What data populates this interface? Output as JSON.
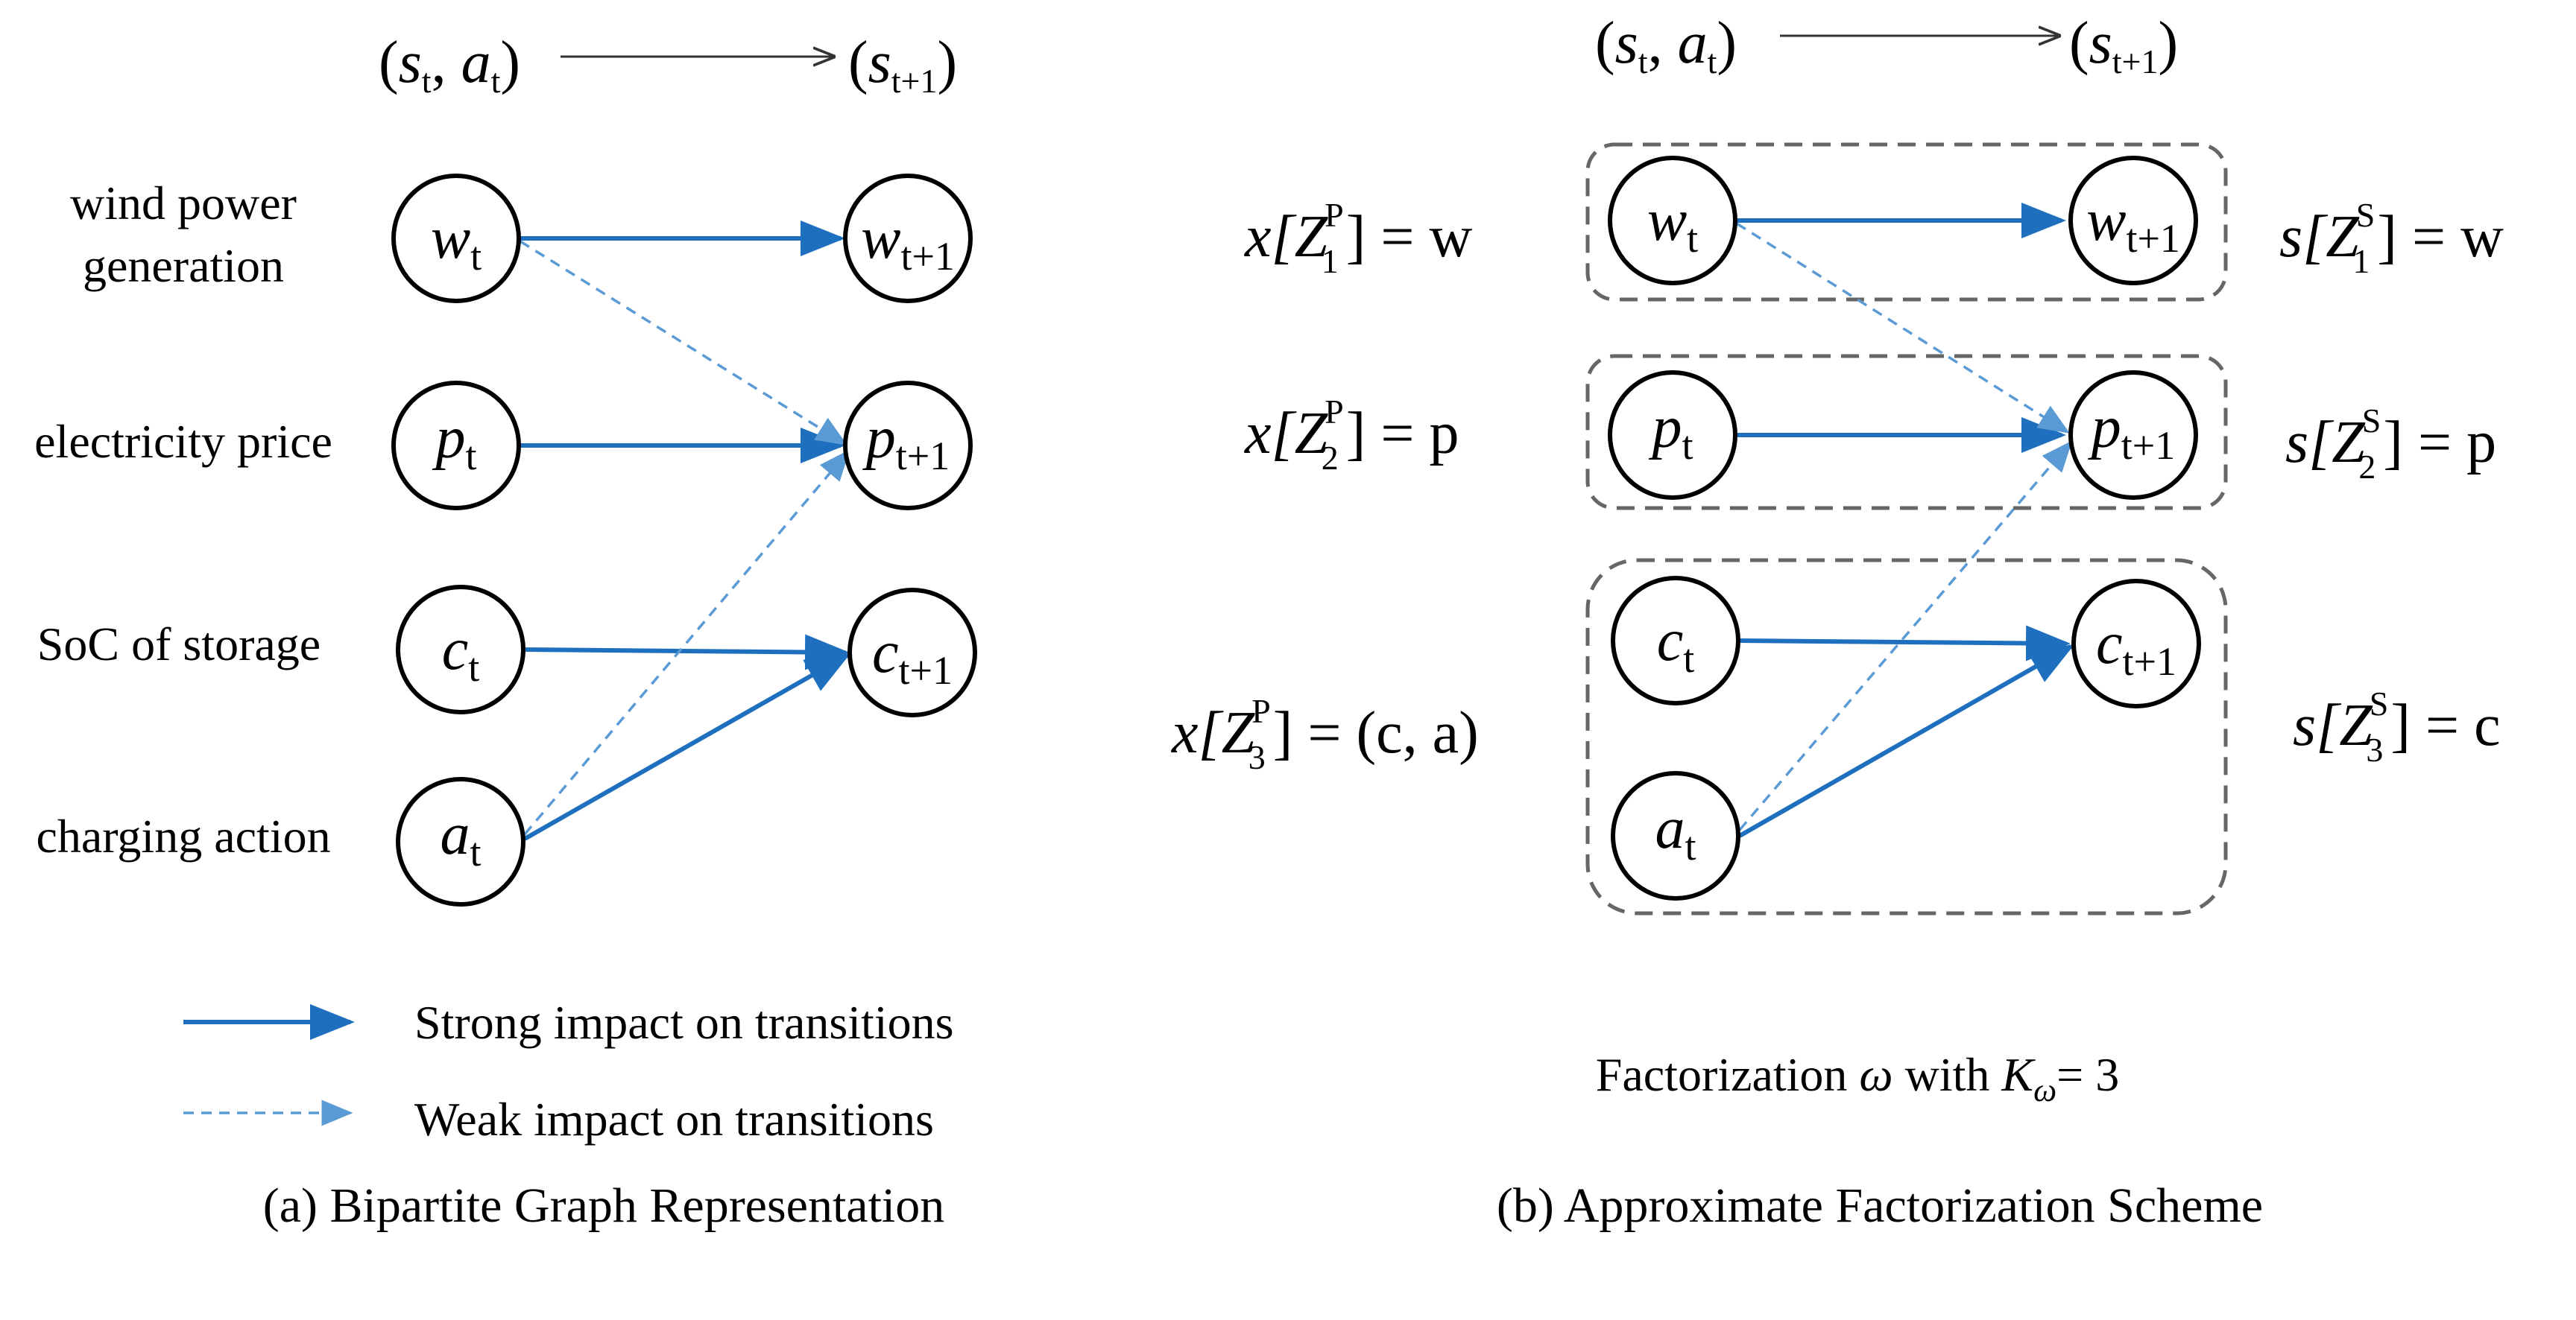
{
  "header": {
    "left_source_open": "(",
    "s": "s",
    "t": "t",
    "comma": ", ",
    "a": "a",
    "close": ")",
    "target_open": "(",
    "t_plus_1": "t+1"
  },
  "panel_a": {
    "row_labels": {
      "wind_line1": "wind power",
      "wind_line2": "generation",
      "price": "electricity price",
      "soc": "SoC of storage",
      "action": "charging action"
    },
    "nodes": {
      "w": "w",
      "p": "p",
      "c": "c",
      "a": "a",
      "sub_t": "t",
      "sub_t1": "t+1"
    },
    "legend": {
      "strong": "Strong impact on transitions",
      "weak": "Weak impact on transitions"
    },
    "caption": "(a)  Bipartite Graph Representation"
  },
  "panel_b": {
    "formulas_left": [
      {
        "pre": "x[Z",
        "sub": "1",
        "sup": "P",
        "post": "] = w"
      },
      {
        "pre": "x[Z",
        "sub": "2",
        "sup": "P",
        "post": "] = p"
      },
      {
        "pre": "x[Z",
        "sub": "3",
        "sup": "P",
        "post": "] = (c, a)"
      }
    ],
    "formulas_right": [
      {
        "pre": "s[Z",
        "sub": "1",
        "sup": "S",
        "post": "] = w"
      },
      {
        "pre": "s[Z",
        "sub": "2",
        "sup": "S",
        "post": "] = p"
      },
      {
        "pre": "s[Z",
        "sub": "3",
        "sup": "S",
        "post": "] = c"
      }
    ],
    "factorization": {
      "pre": "Factorization ",
      "omega": "ω",
      "mid": " with ",
      "K": "K",
      "K_sub": "ω",
      "post": "= 3"
    },
    "caption": "(b)  Approximate Factorization Scheme"
  },
  "colors": {
    "strong_arrow": "#1f6fbf",
    "weak_arrow": "#5b9bd5",
    "group_border": "#666666"
  }
}
